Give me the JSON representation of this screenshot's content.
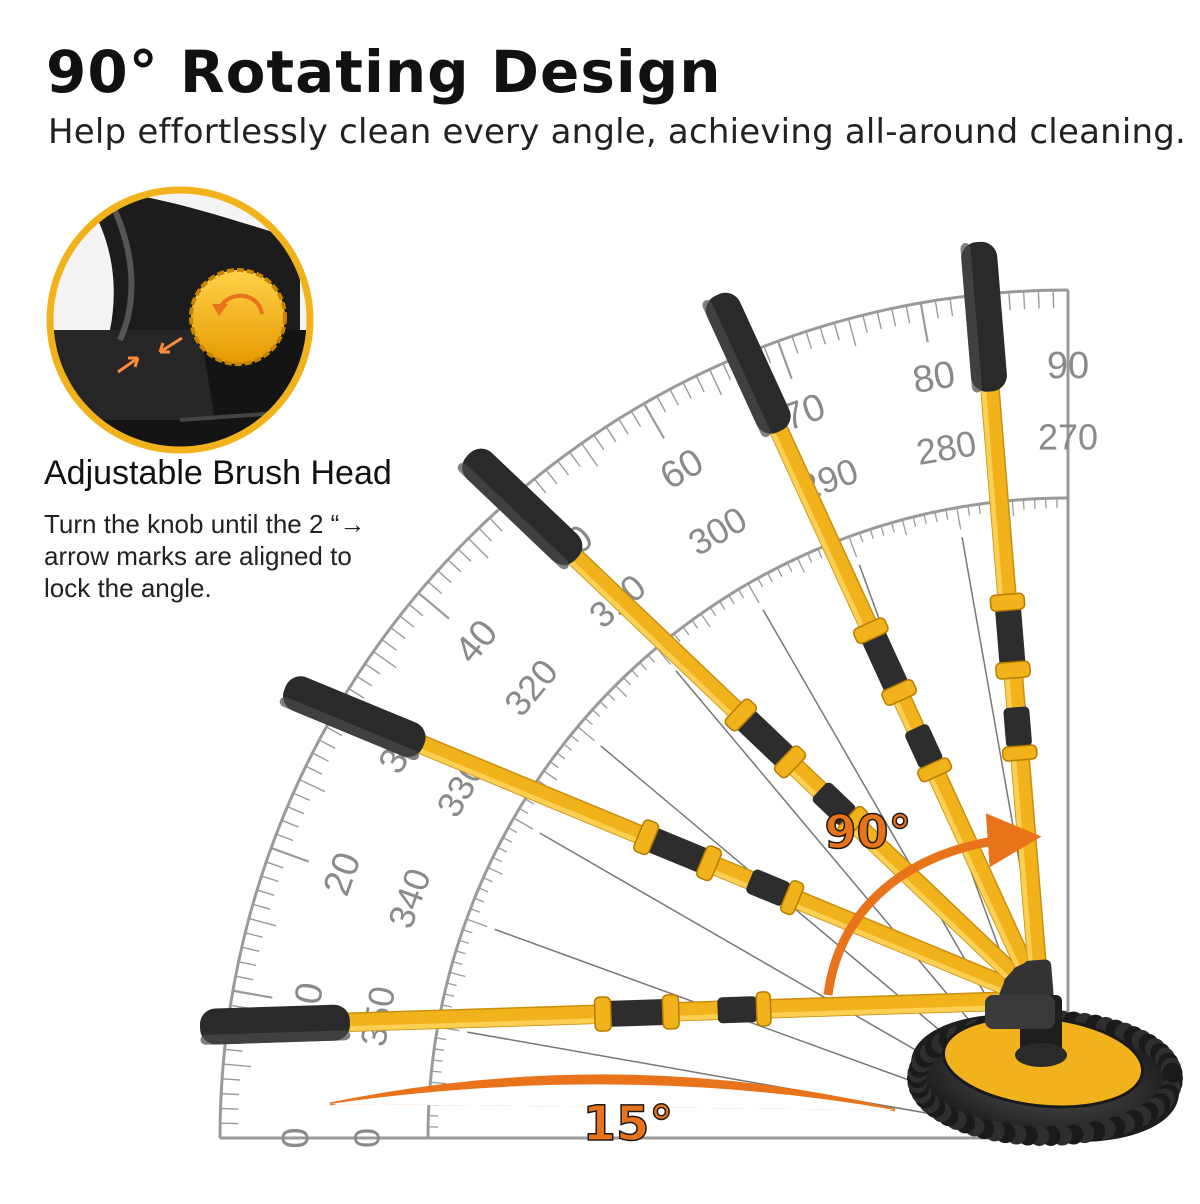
{
  "header": {
    "title": "90° Rotating Design",
    "subtitle": "Help effortlessly clean every angle, achieving all-around cleaning."
  },
  "feature": {
    "title": "Adjustable Brush Head",
    "description": "Turn the knob until the 2 “→ arrow marks are aligned to lock the angle."
  },
  "protractor": {
    "outer_labels": [
      "0",
      "10",
      "20",
      "30",
      "40",
      "50",
      "60",
      "70",
      "80",
      "90"
    ],
    "inner_labels": [
      "0",
      "350",
      "340",
      "330",
      "320",
      "310",
      "300",
      "290",
      "280",
      "270"
    ]
  },
  "callouts": {
    "rotation_angle": "90°",
    "tilt_angle": "15°"
  },
  "colors": {
    "pole_yellow": "#f2b21b",
    "grip_black": "#2a2a2a",
    "accent_orange": "#e8731a",
    "scale_gray": "#9a9a9a"
  },
  "icons": {
    "knob": "rotate-arrow-icon",
    "align_marks": "arrow-icon"
  }
}
